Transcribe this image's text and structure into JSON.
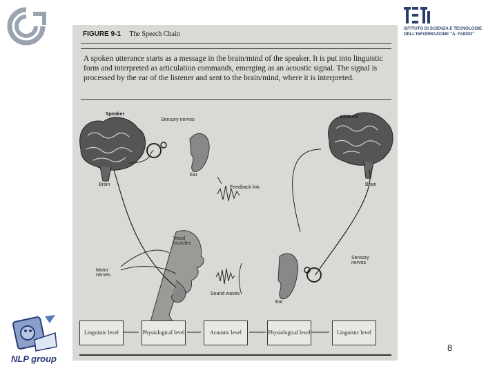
{
  "logos": {
    "cnr": "cnr-logo",
    "isti_line1": "ISTITUTO DI SCIENZA E TECNOLOGIE",
    "isti_line2": "DELL'INFORMAZIONE \"A. FAEDO\"",
    "nlp_group": "NLP group"
  },
  "figure": {
    "label": "FIGURE 9-1",
    "title": "The Speech Chain",
    "caption": "A spoken utterance starts as a message in the brain/mind of the speaker. It is put into linguistic form and interpreted as articulation commands, emerging as an acoustic signal. The signal is processed by the ear of the listener and sent to the brain/mind, where it is interpreted.",
    "labels": {
      "speaker": "Speaker",
      "listener": "Listener",
      "sensory_nerves_top": "Sensory nerves",
      "brain_left": "Brain",
      "brain_right": "Brain",
      "ear_top": "Ear",
      "feedback_link": "Feedback link",
      "vocal_muscles": "Vocal muscles",
      "motor_nerves": "Motor nerves",
      "sound_waves": "Sound waves",
      "ear_bottom": "Ear",
      "sensory_nerves_right": "Sensory nerves"
    },
    "levels": [
      "Linguistic level",
      "Physiological level",
      "Acoustic level",
      "Physiological level",
      "Linguistic level"
    ]
  },
  "page_number": "8"
}
